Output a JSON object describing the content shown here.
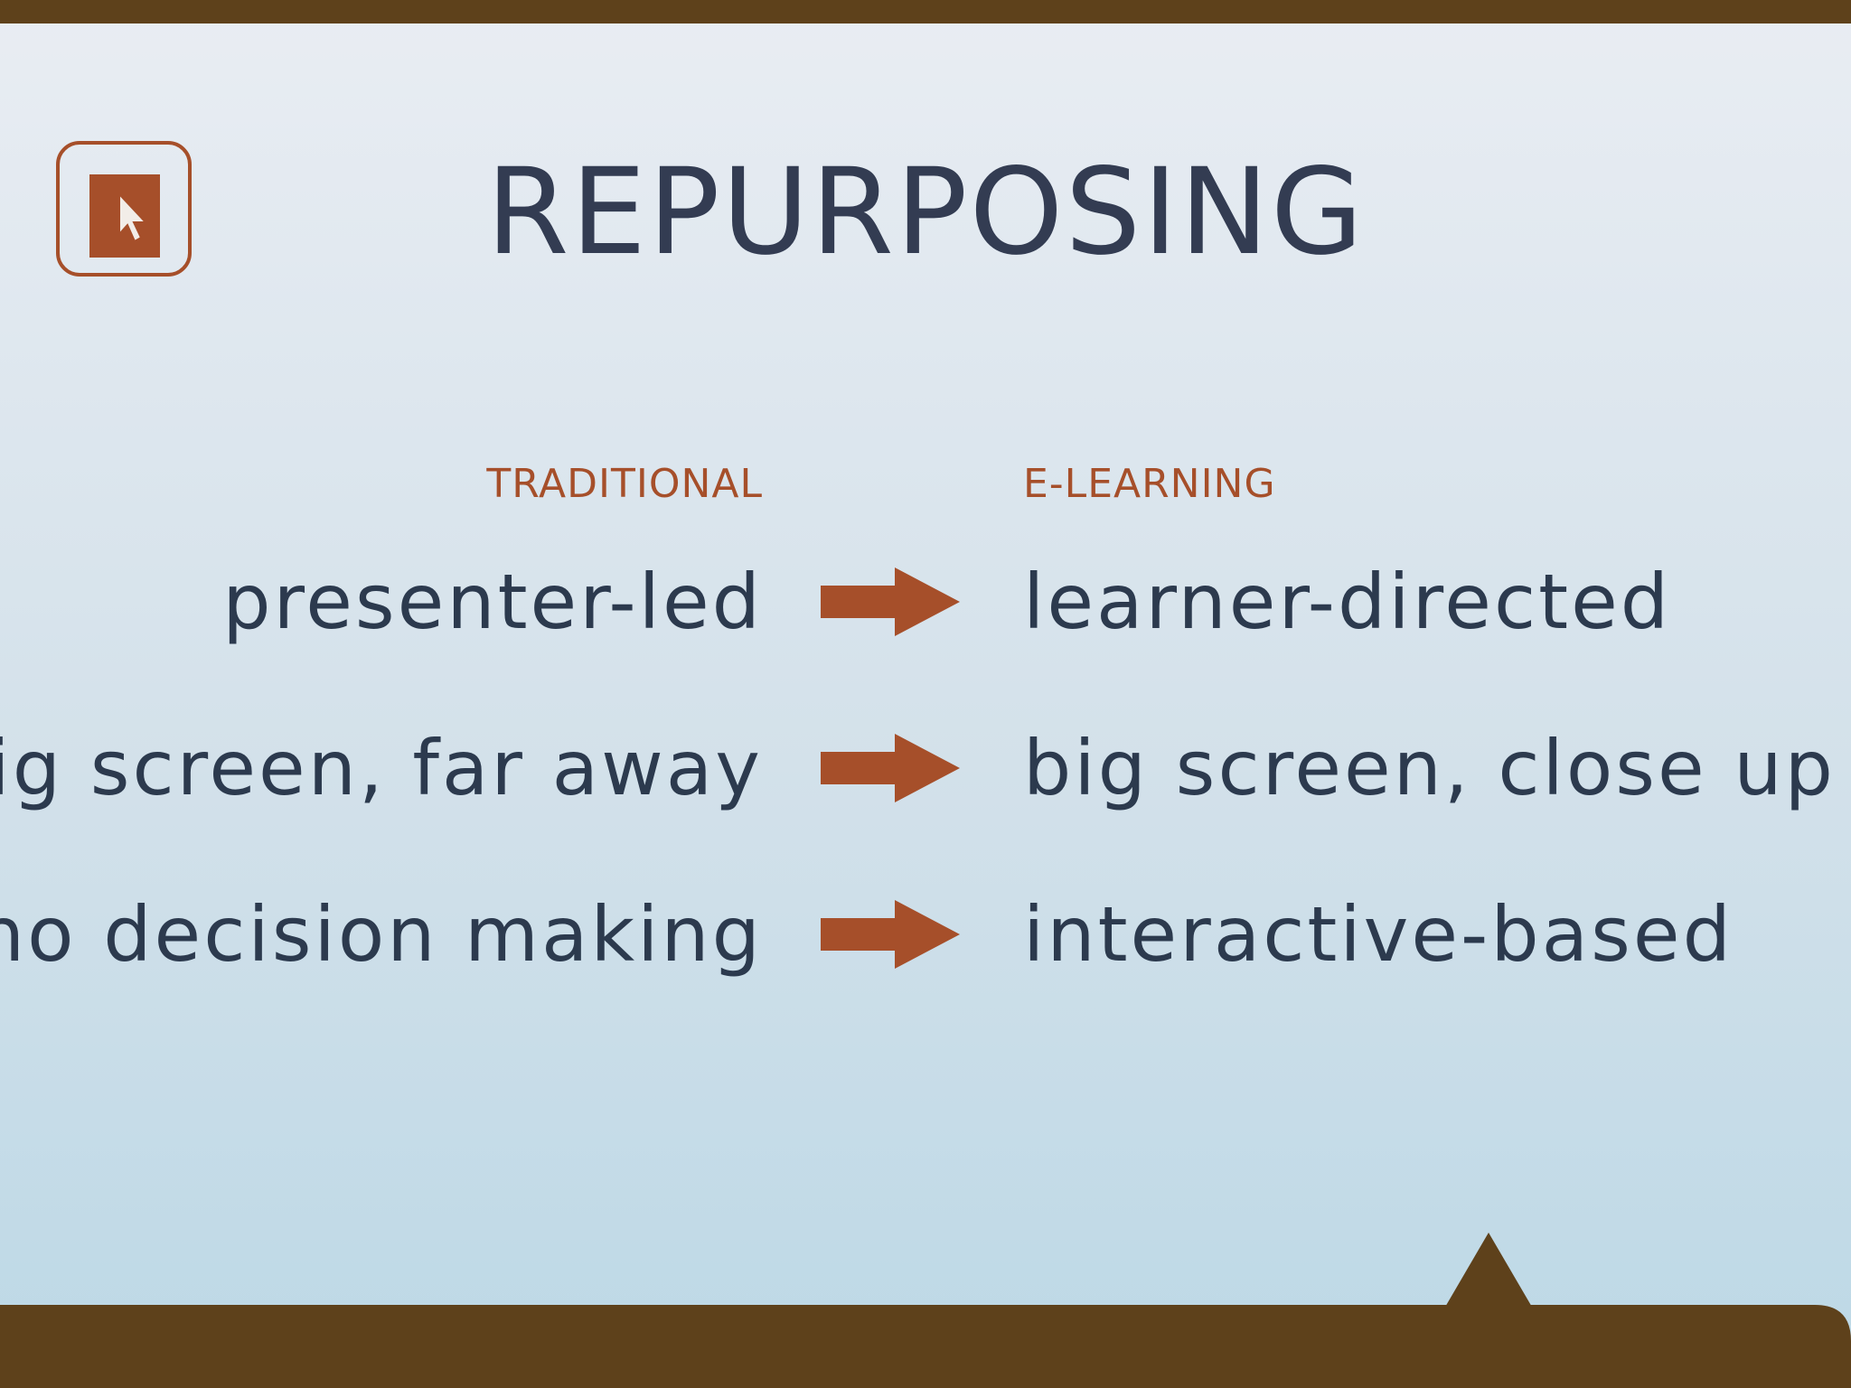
{
  "slide": {
    "title": "REPURPOSING",
    "columns": {
      "left_heading": "TRADITIONAL",
      "right_heading": "E-LEARNING"
    },
    "rows": [
      {
        "traditional": "presenter-led",
        "elearning": "learner-directed"
      },
      {
        "traditional": "big screen, far away",
        "elearning": "big screen, close up"
      },
      {
        "traditional": "no decision making",
        "elearning": "interactive-based"
      }
    ],
    "icons": {
      "logo": "cursor-icon",
      "row_connector": "arrow-right-icon"
    },
    "colors": {
      "accent": "#a64f2a",
      "frame": "#5e411b",
      "text": "#2c3a4e",
      "title": "#333c52"
    }
  }
}
